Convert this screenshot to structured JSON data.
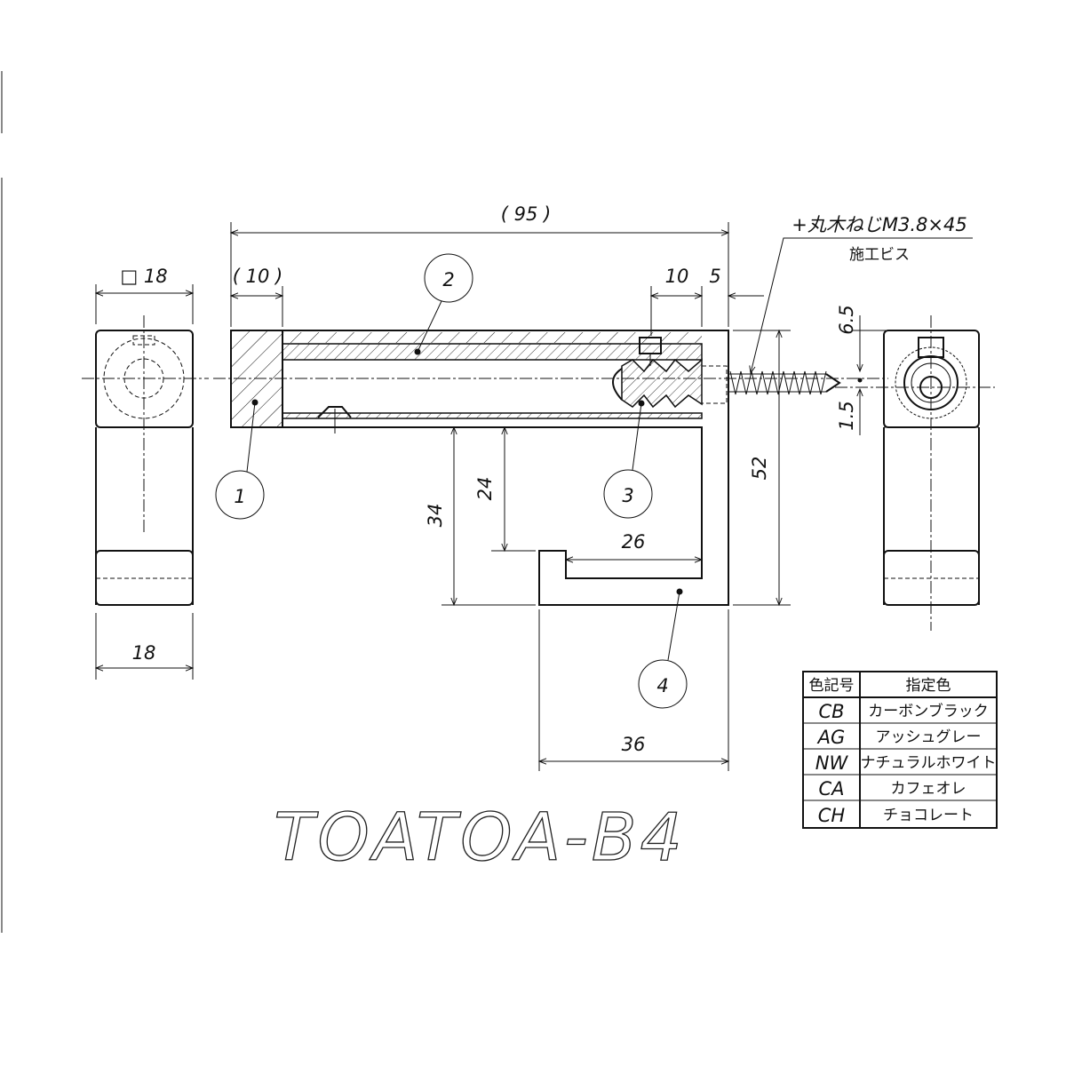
{
  "title": "TOATOA-B4",
  "dimensions": {
    "overall_length": "( 95 )",
    "section_label": "□ 18",
    "left_width": "18",
    "end_block": "( 10 )",
    "screw_offset_10": "10",
    "screw_offset_5": "5",
    "height_52": "52",
    "height_34": "34",
    "height_24": "24",
    "hook_inner_26": "26",
    "hook_outer_36": "36",
    "offset_6_5": "6.5",
    "offset_1_5": "1.5"
  },
  "screw_note": {
    "spec": "+丸木ねじM3.8×45",
    "usage": "施工ビス"
  },
  "balloons": [
    "1",
    "2",
    "3",
    "4"
  ],
  "color_table": {
    "headers": [
      "色記号",
      "指定色"
    ],
    "rows": [
      {
        "code": "CB",
        "name": "カーボンブラック"
      },
      {
        "code": "AG",
        "name": "アッシュグレー"
      },
      {
        "code": "NW",
        "name": "ナチュラルホワイト"
      },
      {
        "code": "CA",
        "name": "カフェオレ"
      },
      {
        "code": "CH",
        "name": "チョコレート"
      }
    ]
  }
}
